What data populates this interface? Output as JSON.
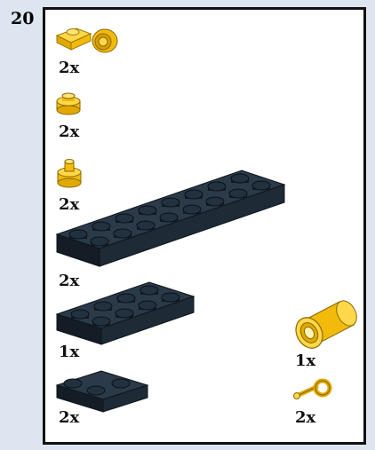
{
  "step": {
    "number": "20"
  },
  "parts": [
    {
      "name": "yellow-plate-1x1-clip-horizontal",
      "quantity": "2x",
      "color": "#f7c511"
    },
    {
      "name": "yellow-round-plate-1x1",
      "quantity": "2x",
      "color": "#f7c511"
    },
    {
      "name": "yellow-round-plate-1x1-with-bar",
      "quantity": "2x",
      "color": "#f7c511"
    },
    {
      "name": "black-plate-2x8",
      "quantity": "2x",
      "color": "#1e2a36"
    },
    {
      "name": "black-plate-2x4",
      "quantity": "1x",
      "color": "#1e2a36"
    },
    {
      "name": "yellow-technic-pin-connector",
      "quantity": "1x",
      "color": "#f7c511"
    },
    {
      "name": "black-plate-2x2-corner",
      "quantity": "2x",
      "color": "#1e2a36"
    },
    {
      "name": "yellow-bar-holder-clip",
      "quantity": "2x",
      "color": "#f7c511"
    }
  ]
}
